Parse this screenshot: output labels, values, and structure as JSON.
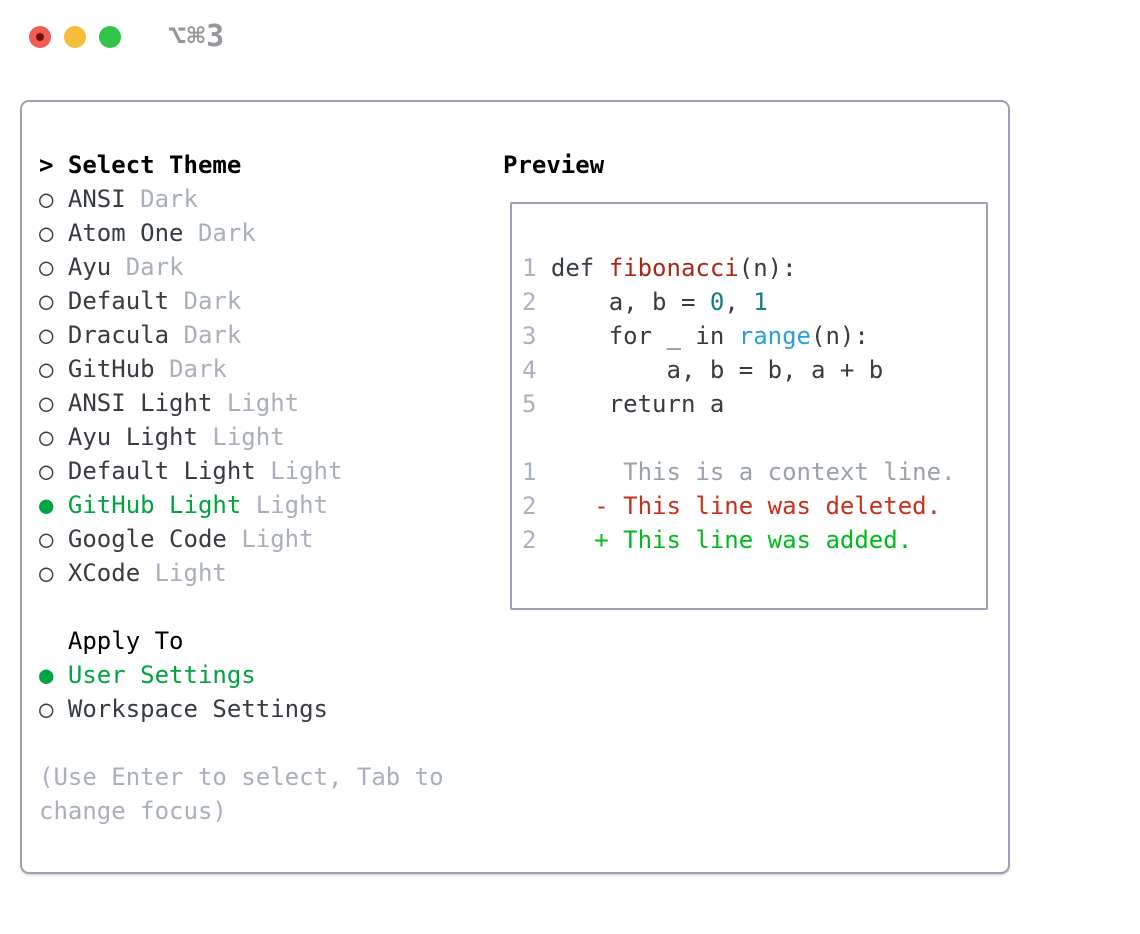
{
  "titlebar": {
    "title": "⌥⌘3",
    "controls": [
      "close",
      "minimize",
      "zoom"
    ]
  },
  "theme_selector": {
    "prompt": ">",
    "header": "Select Theme",
    "markers": {
      "selected": "●",
      "unselected": "○"
    },
    "items": [
      {
        "name": "ANSI",
        "variant": "Dark",
        "selected": false
      },
      {
        "name": "Atom One",
        "variant": "Dark",
        "selected": false
      },
      {
        "name": "Ayu",
        "variant": "Dark",
        "selected": false
      },
      {
        "name": "Default",
        "variant": "Dark",
        "selected": false
      },
      {
        "name": "Dracula",
        "variant": "Dark",
        "selected": false
      },
      {
        "name": "GitHub",
        "variant": "Dark",
        "selected": false
      },
      {
        "name": "ANSI Light",
        "variant": "Light",
        "selected": false
      },
      {
        "name": "Ayu Light",
        "variant": "Light",
        "selected": false
      },
      {
        "name": "Default Light",
        "variant": "Light",
        "selected": false
      },
      {
        "name": "GitHub Light",
        "variant": "Light",
        "selected": true
      },
      {
        "name": "Google Code",
        "variant": "Light",
        "selected": false
      },
      {
        "name": "XCode",
        "variant": "Light",
        "selected": false
      }
    ]
  },
  "apply_to": {
    "header": "Apply To",
    "options": [
      {
        "label": "User Settings",
        "selected": true
      },
      {
        "label": "Workspace Settings",
        "selected": false
      }
    ]
  },
  "help_text": {
    "line1": "(Use Enter to select, Tab to",
    "line2": "change focus)"
  },
  "preview": {
    "header": "Preview",
    "code_lines": [
      {
        "num": "1",
        "segments": [
          {
            "text": "def ",
            "style": "text"
          },
          {
            "text": "fibonacci",
            "style": "func"
          },
          {
            "text": "(n):",
            "style": "text"
          }
        ]
      },
      {
        "num": "2",
        "segments": [
          {
            "text": "    a, b = ",
            "style": "text"
          },
          {
            "text": "0",
            "style": "num"
          },
          {
            "text": ", ",
            "style": "text"
          },
          {
            "text": "1",
            "style": "num"
          }
        ]
      },
      {
        "num": "3",
        "segments": [
          {
            "text": "    for _ in ",
            "style": "text"
          },
          {
            "text": "range",
            "style": "builtin"
          },
          {
            "text": "(n):",
            "style": "text"
          }
        ]
      },
      {
        "num": "4",
        "segments": [
          {
            "text": "        a, b = b, a + b",
            "style": "text"
          }
        ]
      },
      {
        "num": "5",
        "segments": [
          {
            "text": "    return a",
            "style": "text"
          }
        ]
      }
    ],
    "diff_lines": [
      {
        "num": "1",
        "text": "     This is a context line.",
        "type": "context"
      },
      {
        "num": "2",
        "text": "   - This line was deleted.",
        "type": "deleted"
      },
      {
        "num": "2",
        "text": "   + This line was added.",
        "type": "added"
      }
    ]
  },
  "colors": {
    "accent_green": "#00a440",
    "added_green": "#00bb1c",
    "deleted_red": "#c7301a",
    "func_red": "#a8281a",
    "num_teal": "#107d87",
    "builtin_blue": "#2f9dd8"
  }
}
